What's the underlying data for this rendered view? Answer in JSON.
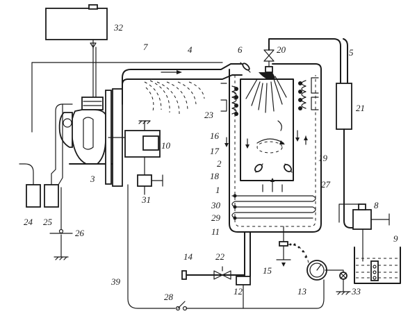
{
  "labels": {
    "n1": "1",
    "n2": "2",
    "n3": "3",
    "n4": "4",
    "n5": "5",
    "n6": "6",
    "n7": "7",
    "n8": "8",
    "n9": "9",
    "n10": "10",
    "n11": "11",
    "n12": "12",
    "n13": "13",
    "n14": "14",
    "n15": "15",
    "n16": "16",
    "n17": "17",
    "n18": "18",
    "n19": "19",
    "n20": "20",
    "n21": "21",
    "n22": "22",
    "n23": "23",
    "n24": "24",
    "n25": "25",
    "n26": "26",
    "n27": "27",
    "n28": "28",
    "n29": "29",
    "n30": "30",
    "n31": "31",
    "n32": "32",
    "n33": "33",
    "n39": "39"
  },
  "colors": {
    "line": "#1a1a1a",
    "background": "#ffffff"
  }
}
